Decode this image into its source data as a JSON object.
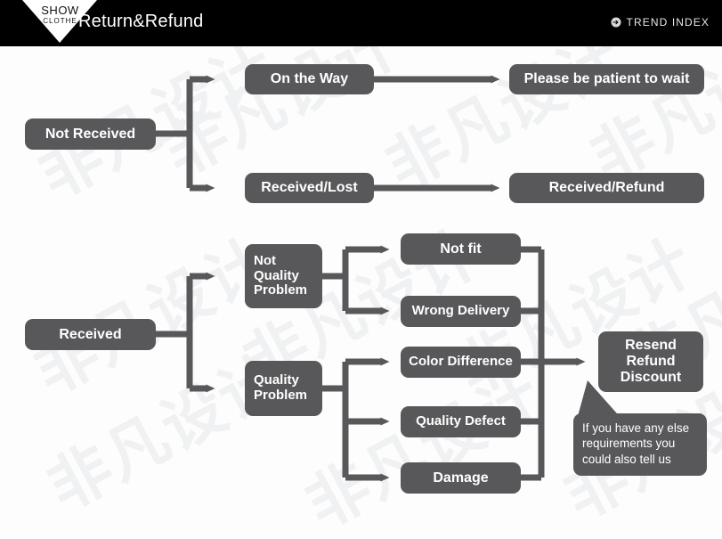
{
  "header": {
    "logo_line1": "SHOW",
    "logo_line2": "CLOTHE",
    "title": "Return&Refund",
    "brand_text": "TREND INDEX",
    "brand_icon": "circle-arrow-right-icon",
    "bar_color": "#000000",
    "title_color": "#ffffff"
  },
  "theme": {
    "node_fill": "#58585a",
    "connector_color": "#58585a",
    "page_background": "#fdfdfd",
    "node_text_color": "#ffffff"
  },
  "watermark": {
    "text": "非凡设计",
    "color": "#f0f1f2"
  },
  "flow_not_received": {
    "root": {
      "label": "Not Received"
    },
    "branches": [
      {
        "label": "On the Way",
        "result": "Please be patient to wait"
      },
      {
        "label": "Received/Lost",
        "result": "Received/Refund"
      }
    ]
  },
  "flow_received": {
    "root": {
      "label": "Received"
    },
    "categories": [
      {
        "label_lines": [
          "Not",
          "Quality",
          "Problem"
        ],
        "label": "Not Quality Problem",
        "reasons": [
          "Not fit",
          "Wrong Delivery"
        ]
      },
      {
        "label_lines": [
          "Quality",
          "Problem"
        ],
        "label": "Quality Problem",
        "reasons": [
          "Color Difference",
          "Quality Defect",
          "Damage"
        ]
      }
    ],
    "outcome": {
      "label_lines": [
        "Resend",
        "Refund",
        "Discount"
      ],
      "label": "Resend Refund Discount"
    },
    "callout": {
      "lines": [
        "If you have any else",
        "requirements you",
        "could also tell us"
      ],
      "text": "If you have any else requirements you could also tell us"
    }
  }
}
